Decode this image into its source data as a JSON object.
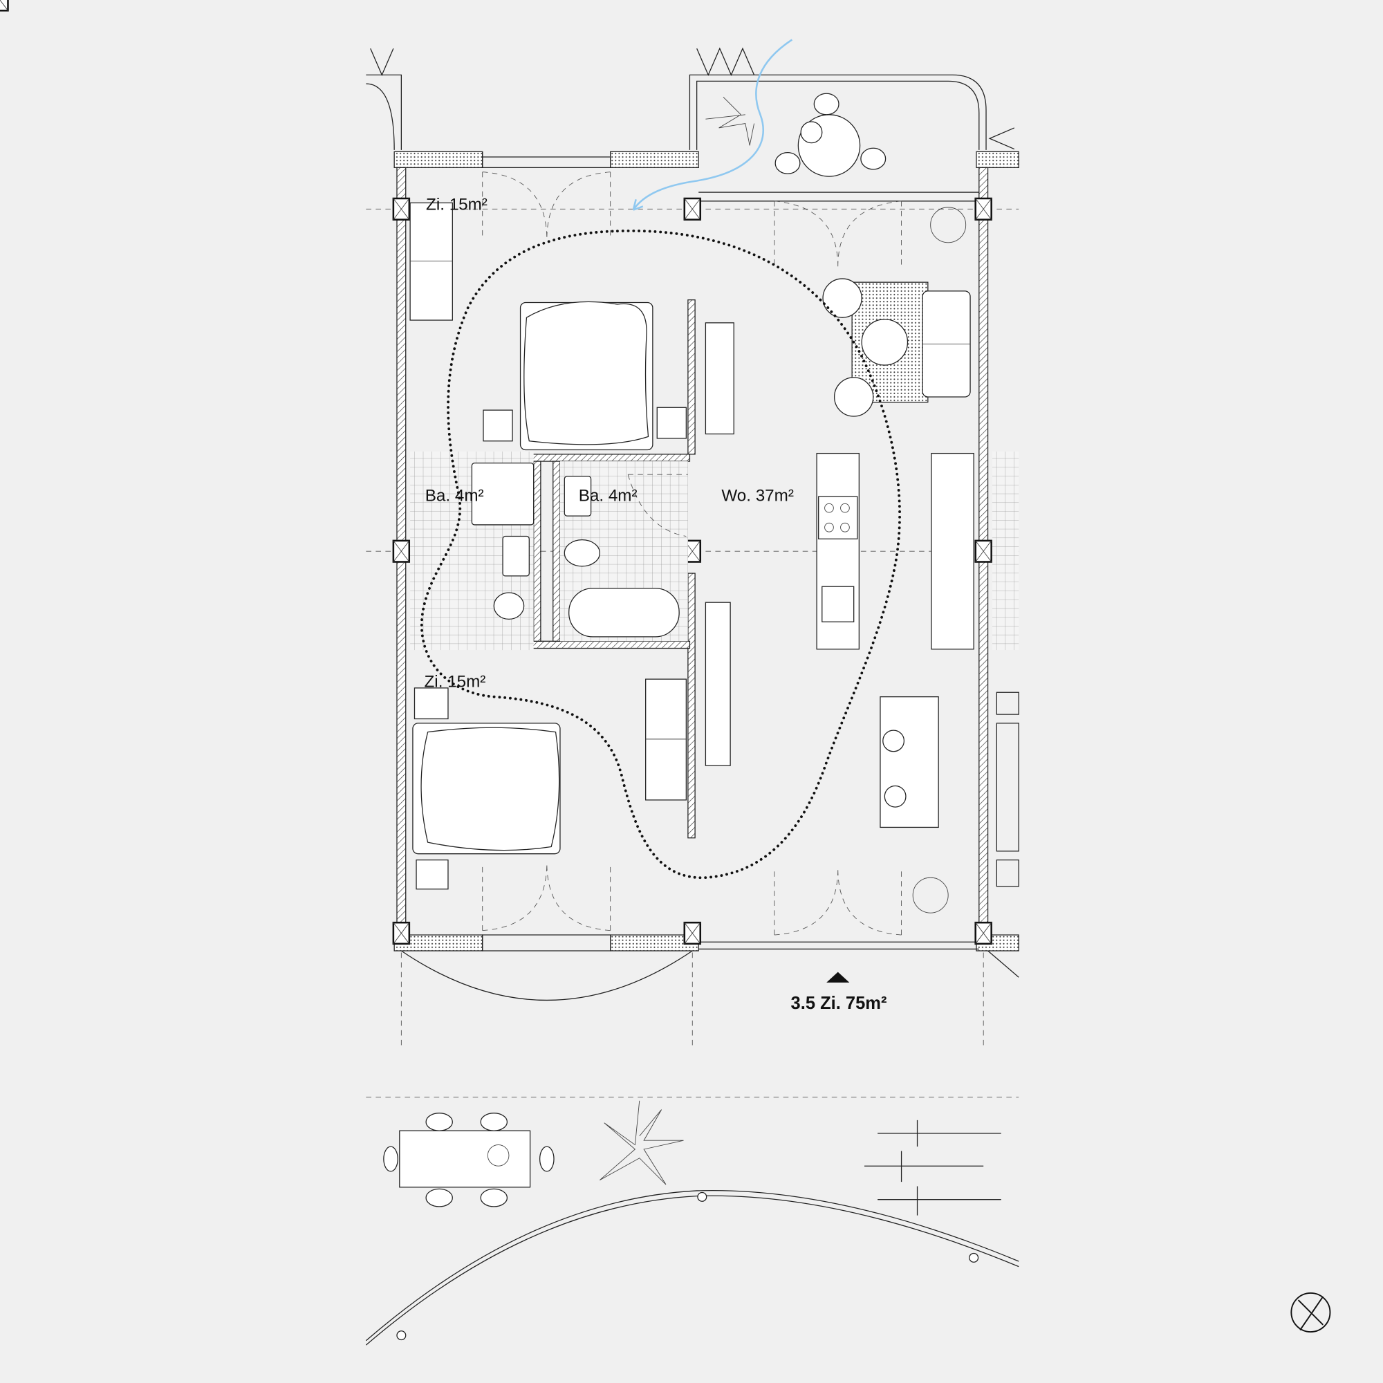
{
  "rooms": {
    "bedroom_top": "Zi. 15m²",
    "bath_left": "Ba. 4m²",
    "bath_right": "Ba. 4m²",
    "living": "Wo. 37m²",
    "bedroom_bottom": "Zi. 15m²"
  },
  "unit_label": "3.5 Zi. 75m²",
  "colors": {
    "background": "#f0f0f0",
    "line": "#222222",
    "access_arrow": "#8fc8f0"
  },
  "icons": [
    "entrance-arrow-icon",
    "north-compass-icon"
  ]
}
